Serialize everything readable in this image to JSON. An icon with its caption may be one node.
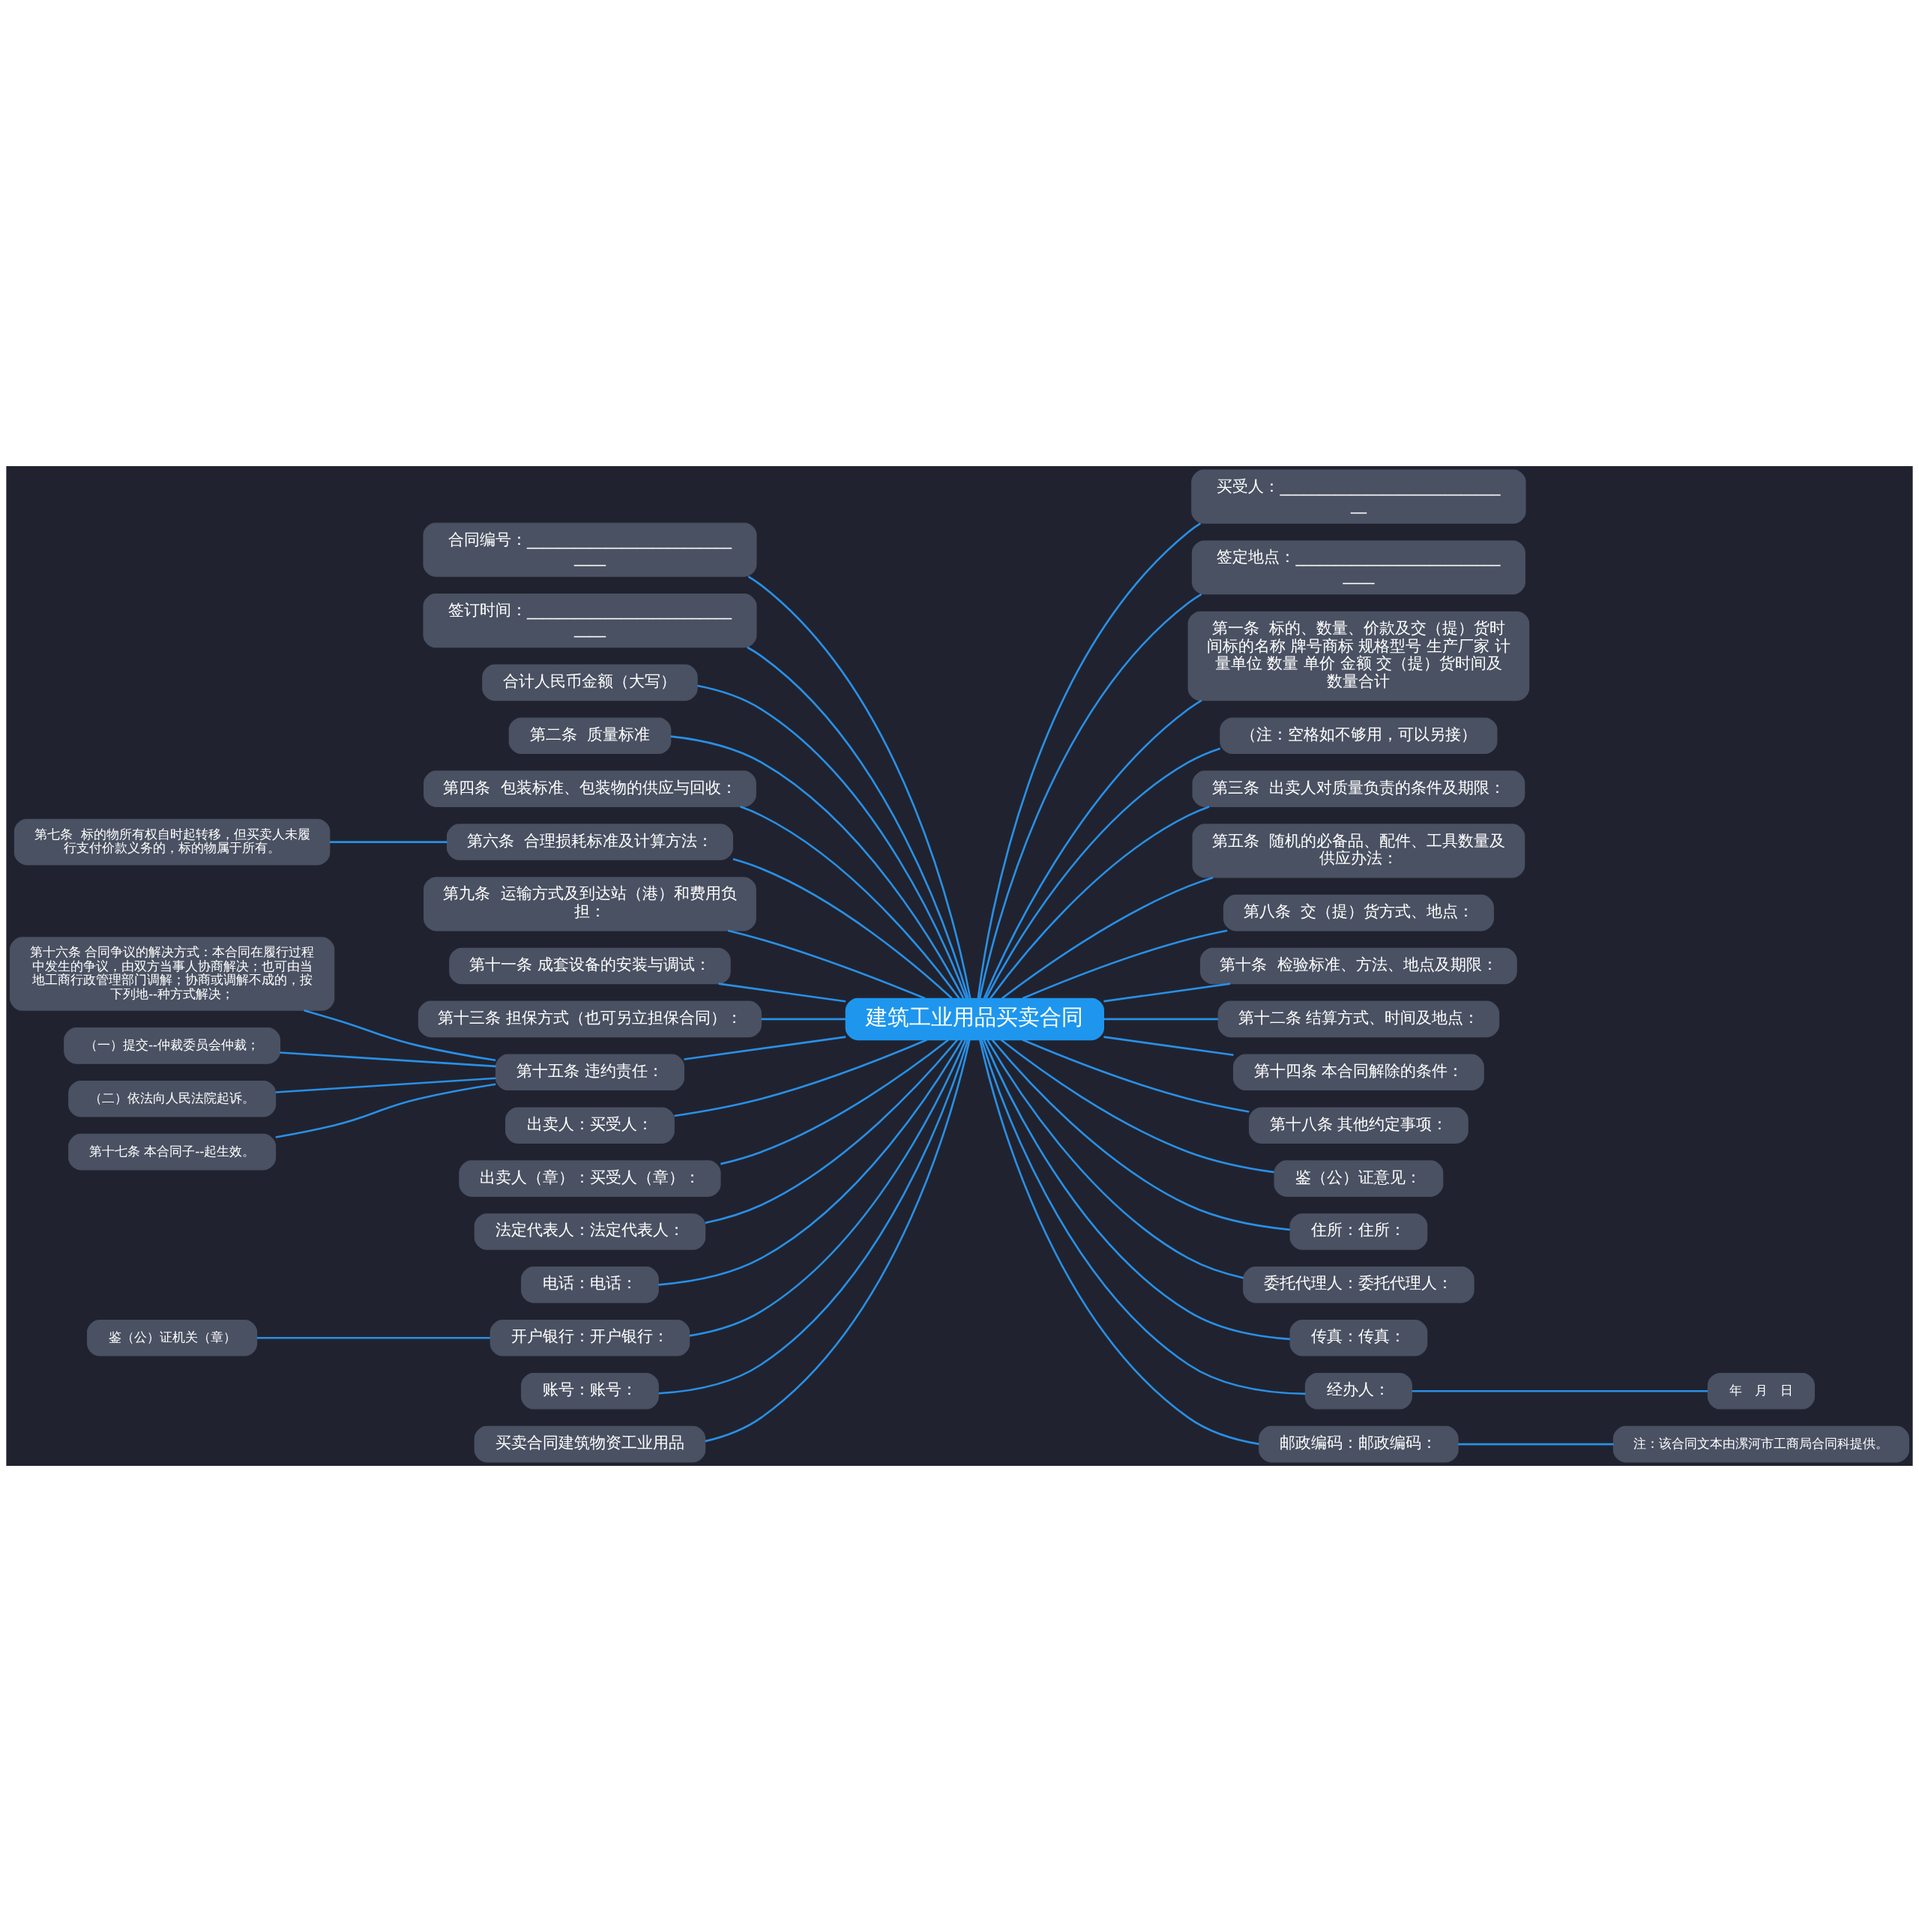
{
  "diagram": {
    "nodes": [
      {
        "text": [
          "建筑工业用品买卖合同"
        ]
      },
      {
        "text": [
          "合同编号：______________________________"
        ]
      },
      {
        "text": [
          "签订时间：______________________________"
        ]
      },
      {
        "text": [
          "合计人民币金额（大写）"
        ]
      },
      {
        "text": [
          "第二条  质量标准"
        ]
      },
      {
        "text": [
          "第四条  包装标准、包装物的供应与回收："
        ]
      },
      {
        "text": [
          "第六条  合理损耗标准及计算方法："
        ]
      },
      {
        "text": [
          "第七条  标的物所有权自时起转移，但买卖人未履行支付价款义务的，标的物属于所有。"
        ]
      },
      {
        "text": [
          "第九条  运输方式及到达站（港）和费用负担："
        ]
      },
      {
        "text": [
          "第十一条 成套设备的安装与调试："
        ]
      },
      {
        "text": [
          "第十三条 担保方式（也可另立担保合同）："
        ]
      },
      {
        "text": [
          "第十五条 违约责任："
        ]
      },
      {
        "text": [
          "第十六条 合同争议的解决方式：本合同在履行过程中发生的争议，由双方当事人协商解决；也可由当地工商行政管理部门调解；协商或调解不成的，按下列地--种方式解决；"
        ]
      },
      {
        "text": [
          "（一）提交--仲裁委员会仲裁；"
        ]
      },
      {
        "text": [
          "（二）依法向人民法院起诉。"
        ]
      },
      {
        "text": [
          "第十七条 本合同子--起生效。"
        ]
      },
      {
        "text": [
          "出卖人：买受人："
        ]
      },
      {
        "text": [
          "出卖人（章）：买受人（章）："
        ]
      },
      {
        "text": [
          "法定代表人：法定代表人："
        ]
      },
      {
        "text": [
          "电话：电话："
        ]
      },
      {
        "text": [
          "开户银行：开户银行："
        ]
      },
      {
        "text": [
          "鉴（公）证机关（章）"
        ]
      },
      {
        "text": [
          "账号：账号："
        ]
      },
      {
        "text": [
          "买卖合同建筑物资工业用品"
        ]
      },
      {
        "text": [
          "买受人：______________________________"
        ]
      },
      {
        "text": [
          "签定地点：______________________________"
        ]
      },
      {
        "text": [
          "第一条  标的、数量、价款及交（提）货时间标的名称 牌号商标 规格型号 生产厂家 计量单位 数量 单价 金额 交（提）货时间及数量合计"
        ]
      },
      {
        "text": [
          "（注：空格如不够用，可以另接）"
        ]
      },
      {
        "text": [
          "第三条  出卖人对质量负责的条件及期限："
        ]
      },
      {
        "text": [
          "第五条  随机的必备品、配件、工具数量及供应办法："
        ]
      },
      {
        "text": [
          "第八条  交（提）货方式、地点："
        ]
      },
      {
        "text": [
          "第十条  检验标准、方法、地点及期限："
        ]
      },
      {
        "text": [
          "第十二条 结算方式、时间及地点："
        ]
      },
      {
        "text": [
          "第十四条 本合同解除的条件："
        ]
      },
      {
        "text": [
          "第十八条 其他约定事项："
        ]
      },
      {
        "text": [
          "鉴（公）证意见："
        ]
      },
      {
        "text": [
          "住所：住所："
        ]
      },
      {
        "text": [
          "委托代理人：委托代理人："
        ]
      },
      {
        "text": [
          "传真：传真："
        ]
      },
      {
        "text": [
          "经办人："
        ]
      },
      {
        "text": [
          "年　月　日"
        ]
      },
      {
        "text": [
          "邮政编码：邮政编码："
        ]
      },
      {
        "text": [
          "注：该合同文本由漯河市工商局合同科提供。"
        ]
      }
    ],
    "edges": [
      {
        "from": 0,
        "to": 1,
        "arrow": "none"
      },
      {
        "from": 0,
        "to": 2,
        "arrow": "none"
      },
      {
        "from": 0,
        "to": 3,
        "arrow": "none"
      },
      {
        "from": 0,
        "to": 4,
        "arrow": "none"
      },
      {
        "from": 0,
        "to": 5,
        "arrow": "none"
      },
      {
        "from": 0,
        "to": 6,
        "arrow": "none"
      },
      {
        "from": 6,
        "to": 7,
        "arrow": "none"
      },
      {
        "from": 0,
        "to": 8,
        "arrow": "none"
      },
      {
        "from": 0,
        "to": 9,
        "arrow": "none"
      },
      {
        "from": 0,
        "to": 10,
        "arrow": "none"
      },
      {
        "from": 0,
        "to": 11,
        "arrow": "none"
      },
      {
        "from": 11,
        "to": 12,
        "arrow": "none"
      },
      {
        "from": 11,
        "to": 13,
        "arrow": "none"
      },
      {
        "from": 11,
        "to": 14,
        "arrow": "none"
      },
      {
        "from": 11,
        "to": 15,
        "arrow": "none"
      },
      {
        "from": 0,
        "to": 16,
        "arrow": "none"
      },
      {
        "from": 0,
        "to": 17,
        "arrow": "none"
      },
      {
        "from": 0,
        "to": 18,
        "arrow": "none"
      },
      {
        "from": 0,
        "to": 19,
        "arrow": "none"
      },
      {
        "from": 0,
        "to": 20,
        "arrow": "none"
      },
      {
        "from": 20,
        "to": 21,
        "arrow": "none"
      },
      {
        "from": 0,
        "to": 22,
        "arrow": "none"
      },
      {
        "from": 0,
        "to": 23,
        "arrow": "none"
      },
      {
        "from": 0,
        "to": 24,
        "arrow": "none"
      },
      {
        "from": 0,
        "to": 25,
        "arrow": "none"
      },
      {
        "from": 0,
        "to": 26,
        "arrow": "none"
      },
      {
        "from": 0,
        "to": 27,
        "arrow": "none"
      },
      {
        "from": 0,
        "to": 28,
        "arrow": "none"
      },
      {
        "from": 0,
        "to": 29,
        "arrow": "none"
      },
      {
        "from": 0,
        "to": 30,
        "arrow": "none"
      },
      {
        "from": 0,
        "to": 31,
        "arrow": "none"
      },
      {
        "from": 0,
        "to": 32,
        "arrow": "none"
      },
      {
        "from": 0,
        "to": 33,
        "arrow": "none"
      },
      {
        "from": 0,
        "to": 34,
        "arrow": "none"
      },
      {
        "from": 0,
        "to": 35,
        "arrow": "none"
      },
      {
        "from": 0,
        "to": 36,
        "arrow": "none"
      },
      {
        "from": 0,
        "to": 37,
        "arrow": "none"
      },
      {
        "from": 0,
        "to": 38,
        "arrow": "none"
      },
      {
        "from": 0,
        "to": 39,
        "arrow": "none"
      },
      {
        "from": 39,
        "to": 40,
        "arrow": "none"
      },
      {
        "from": 0,
        "to": 41,
        "arrow": "none"
      },
      {
        "from": 41,
        "to": 42,
        "arrow": "none"
      }
    ]
  }
}
